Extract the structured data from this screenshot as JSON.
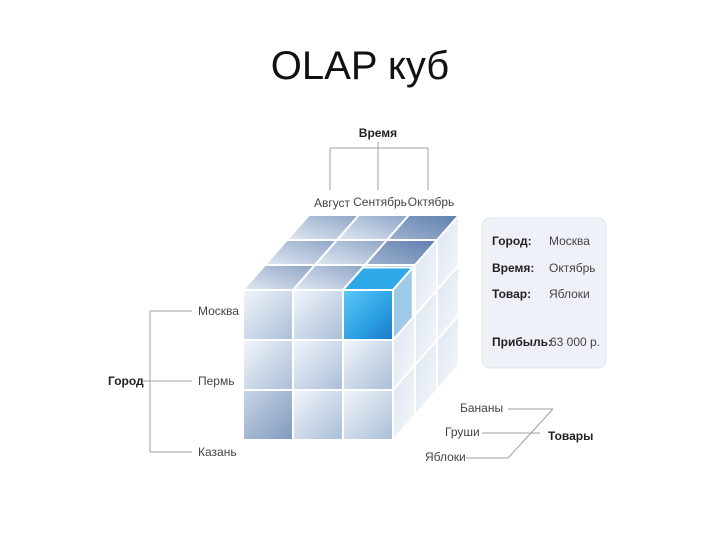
{
  "title": "OLAP куб",
  "axes": {
    "time": {
      "name": "Время",
      "members": [
        "Август",
        "Сентябрь",
        "Октябрь"
      ]
    },
    "city": {
      "name": "Город",
      "members": [
        "Москва",
        "Пермь",
        "Казань"
      ]
    },
    "product": {
      "name": "Товары",
      "members": [
        "Бананы",
        "Груши",
        "Яблоки"
      ]
    }
  },
  "info_panel": {
    "rows": [
      {
        "key": "Город:",
        "value": "Москва"
      },
      {
        "key": "Время:",
        "value": "Октябрь"
      },
      {
        "key": "Товар:",
        "value": "Яблоки"
      }
    ],
    "profit": {
      "key": "Прибыль:",
      "value": "63 000 р."
    }
  },
  "colors": {
    "highlight": "#2FA8E8",
    "panel_bg": "#EEF2F8",
    "line": "#9A9A9A"
  }
}
